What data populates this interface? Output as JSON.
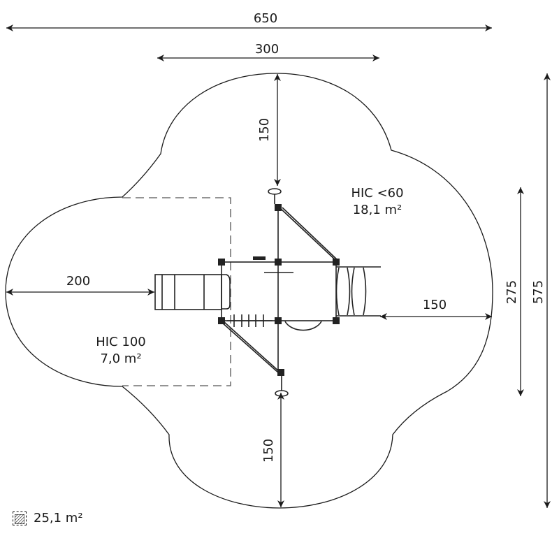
{
  "dimensions": {
    "total_width": "650",
    "top_lobe_width": "300",
    "top_clearance": "150",
    "left_clearance": "200",
    "right_clearance": "150",
    "bottom_clearance": "150",
    "inner_height": "275",
    "total_height": "575"
  },
  "zones": {
    "main": {
      "hic": "HIC <60",
      "area": "18,1 m²"
    },
    "slide": {
      "hic": "HIC 100",
      "area": "7,0 m²"
    }
  },
  "legend": {
    "icon": "hatched-square-icon",
    "total_area": "25,1 m²"
  },
  "colors": {
    "line": "#1a1a1a",
    "dash": "#555555"
  }
}
